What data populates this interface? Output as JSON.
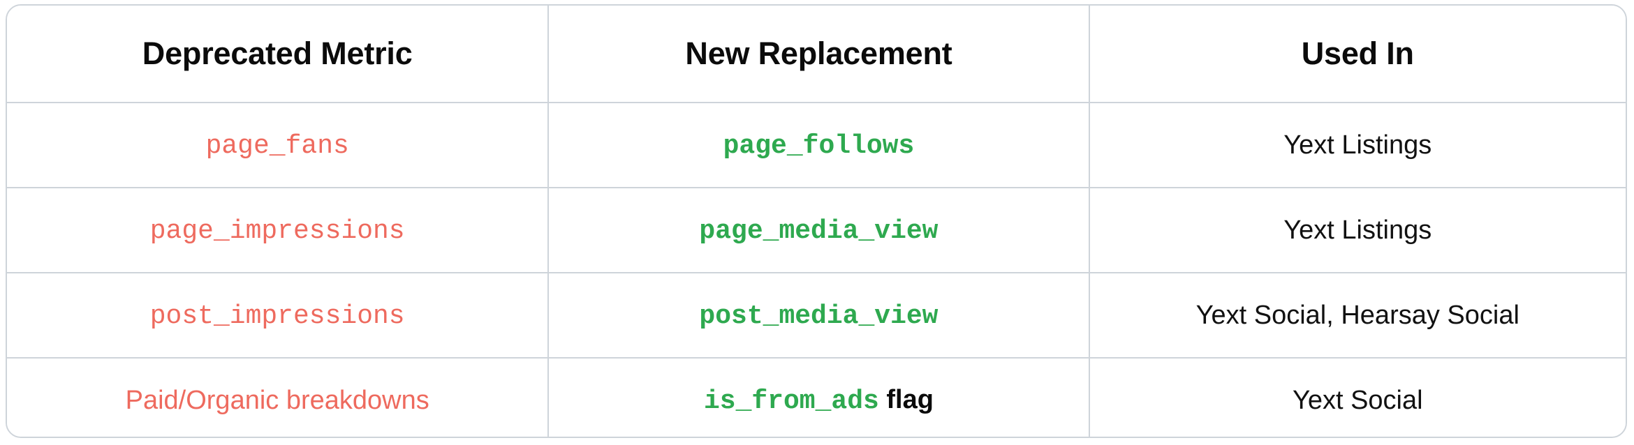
{
  "table": {
    "colors": {
      "deprecated_text": "#ee6a5e",
      "replacement_text": "#2ea94f",
      "plain_text": "#111111",
      "header_text": "#0b0b0b",
      "border": "#ced4da",
      "background": "#ffffff"
    },
    "headers": [
      "Deprecated Metric",
      "New Replacement",
      "Used In"
    ],
    "rows": [
      {
        "deprecated": "page_fans",
        "deprecated_style": "mono",
        "replacement": "page_follows",
        "replacement_suffix": "",
        "used_in": "Yext Listings"
      },
      {
        "deprecated": "page_impressions",
        "deprecated_style": "mono",
        "replacement": "page_media_view",
        "replacement_suffix": "",
        "used_in": "Yext Listings"
      },
      {
        "deprecated": "post_impressions",
        "deprecated_style": "mono",
        "replacement": "post_media_view",
        "replacement_suffix": "",
        "used_in": "Yext Social, Hearsay Social"
      },
      {
        "deprecated": "Paid/Organic breakdowns",
        "deprecated_style": "sans",
        "replacement": "is_from_ads",
        "replacement_suffix": " flag",
        "used_in": "Yext Social"
      }
    ]
  }
}
